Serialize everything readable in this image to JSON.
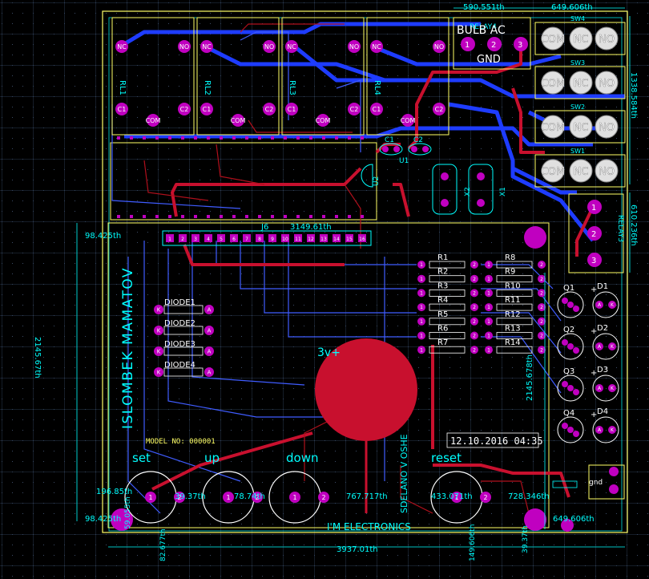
{
  "colors": {
    "background": "#000000",
    "grid": "#2a3a50",
    "grid_dot": "#3b4b66",
    "top_trace": "#c8102e",
    "bottom_trace": "#1e3cff",
    "silk": "#00ffff",
    "pad": "#c000c0",
    "pad_hole": "#1a1a1a",
    "outline": "#ffff66",
    "accent_white": "#ffffff"
  },
  "dimensions": {
    "top_left": "590.551th",
    "top_right": "649.606th",
    "right_upper": "1338.584th",
    "right_middle": "610.236th",
    "right_lower": "2145.678th",
    "left_vertical": "2145.67th",
    "left_top": "98.425th",
    "left_bottom_a": "196.85th",
    "left_bottom_b": "98.425th",
    "bottom_a": "39.37th",
    "bottom_b": "78.74th",
    "bottom_c": "767.717th",
    "bottom_d": "433.071th",
    "bottom_e": "728.346th",
    "bottom_right": "649.606th",
    "bottom_total": "3937.01th",
    "bottom_v1": "59.055th",
    "bottom_v2": "82.677th",
    "bottom_v3": "149.606th",
    "bottom_v4": "39.37th",
    "header_width": "3149.61th"
  },
  "labels": {
    "relay4": "RELAY4",
    "bulb_ac": "BULB AC",
    "gnd": "GND",
    "relay3": "RELAY3",
    "rl1": "RL1",
    "rl2": "RL2",
    "rl3": "RL3",
    "rl4": "RL4",
    "nc": "NC",
    "no": "NO",
    "com": "COM",
    "c1": "C1",
    "c2": "C2",
    "cap1": "C1",
    "cap2": "C2",
    "u1": "U1",
    "u2": "U2",
    "x1": "X1",
    "x2": "X2",
    "j6": "J6",
    "author": "ISLOMBEK MAMATOV",
    "model": "MODEL NO: 000001",
    "designed": "SDELANO V OSHE",
    "date": "12.10.2016 04:35",
    "company": "I'M ELECTRONICS",
    "power": "3v+",
    "btn_set": "set",
    "btn_up": "up",
    "btn_down": "down",
    "btn_reset": "reset",
    "gnd_small": "gnd",
    "k": "K",
    "a": "A",
    "plus": "+"
  },
  "switches": [
    {
      "name": "SW4",
      "com": "COM",
      "nc": "NC",
      "no": "NO"
    },
    {
      "name": "SW3",
      "com": "COM",
      "nc": "NC",
      "no": "NO"
    },
    {
      "name": "SW2",
      "com": "COM",
      "nc": "NC",
      "no": "NO"
    },
    {
      "name": "SW1",
      "com": "COM",
      "nc": "NC",
      "no": "NO"
    }
  ],
  "resistors_left": [
    "R1",
    "R2",
    "R3",
    "R4",
    "R5",
    "R6",
    "R7"
  ],
  "resistors_right": [
    "R8",
    "R9",
    "R10",
    "R11",
    "R12",
    "R13",
    "R14"
  ],
  "diodes": [
    "DIODE1",
    "DIODE2",
    "DIODE3",
    "DIODE4"
  ],
  "transistors": [
    "Q1",
    "Q2",
    "Q3",
    "Q4"
  ],
  "leds": [
    "D1",
    "D2",
    "D3",
    "D4"
  ],
  "header_pins": [
    "1",
    "2",
    "3",
    "4",
    "5",
    "6",
    "7",
    "8",
    "9",
    "10",
    "11",
    "12",
    "13",
    "14",
    "15",
    "16"
  ],
  "pin_numbers": {
    "one": "1",
    "two": "2",
    "three": "3"
  }
}
